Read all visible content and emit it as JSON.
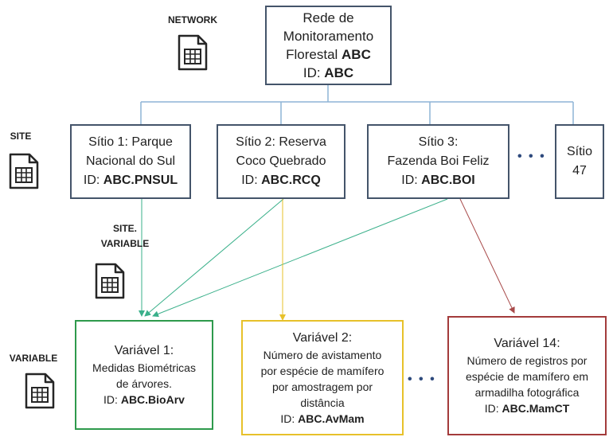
{
  "levels": {
    "network": "NETWORK",
    "site": "SITE",
    "site_variable_l1": "SITE.",
    "site_variable_l2": "VARIABLE",
    "variable": "VARIABLE"
  },
  "network": {
    "line1": "Rede de",
    "line2": "Monitoramento",
    "line3_text": "Florestal ",
    "line3_bold": "ABC",
    "id_label": "ID: ",
    "id_value": "ABC"
  },
  "sites": [
    {
      "line1": "Sítio 1: Parque",
      "line2": "Nacional do Sul",
      "id_label": "ID: ",
      "id_value": "ABC.PNSUL"
    },
    {
      "line1": "Sítio 2: Reserva",
      "line2": "Coco Quebrado",
      "id_label": "ID: ",
      "id_value": "ABC.RCQ"
    },
    {
      "line1": "Sítio 3:",
      "line2": "Fazenda Boi Feliz",
      "id_label": "ID: ",
      "id_value": "ABC.BOI"
    },
    {
      "line1": "Sítio",
      "line2": "47"
    }
  ],
  "variables": [
    {
      "title": "Variável 1:",
      "lines": [
        "Medidas Biométricas",
        "de árvores."
      ],
      "id_label": "ID: ",
      "id_value": "ABC.BioArv",
      "color": "#2e9a4c"
    },
    {
      "title": "Variável 2:",
      "lines": [
        "Número de avistamento",
        "por espécie de mamífero",
        "por amostragem por",
        "distância"
      ],
      "id_label": "ID: ",
      "id_value": "ABC.AvMam",
      "color": "#e7c12a"
    },
    {
      "title": "Variável 14:",
      "lines": [
        "Número de registros por",
        "espécie de mamífero em",
        "armadilha fotográfica"
      ],
      "id_label": "ID: ",
      "id_value": "ABC.MamCT",
      "color": "#a33b3b"
    }
  ],
  "ellipsis": "• • •",
  "colors": {
    "box_border": "#44546a",
    "tree_line": "#8eb4d6",
    "green": "#3ab08a",
    "yellow": "#e7c12a",
    "red": "#a84a4a",
    "dots": "#2e4a7d"
  },
  "icons": [
    "spreadsheet-icon"
  ]
}
